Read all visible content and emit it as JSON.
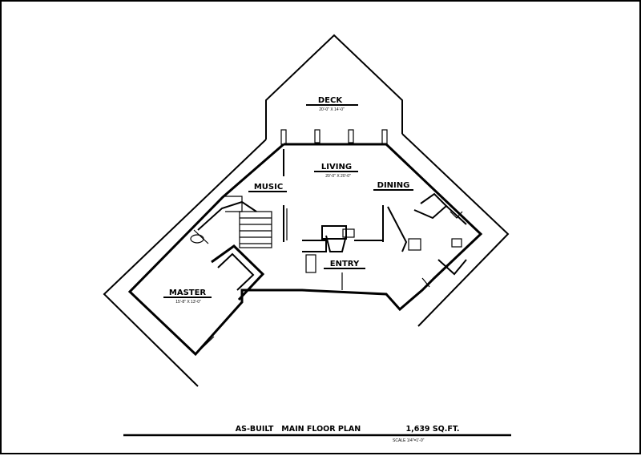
{
  "rooms": {
    "deck": {
      "name": "DECK",
      "dims": "20'-0\" X 14'-0\""
    },
    "living": {
      "name": "LIVING",
      "dims": "20'-0\" X 20'-0\""
    },
    "music": {
      "name": "MUSIC"
    },
    "dining": {
      "name": "DINING"
    },
    "entry": {
      "name": "ENTRY"
    },
    "master": {
      "name": "MASTER",
      "dims": "15'-8\" X 13'-0\""
    }
  },
  "titleblock": {
    "title": "AS-BUILT   MAIN FLOOR PLAN",
    "area": "1,639 SQ.FT.",
    "scale": "SCALE 1/4\"=1'-0\""
  },
  "colors": {
    "ink": "#000000",
    "paper": "#ffffff"
  }
}
